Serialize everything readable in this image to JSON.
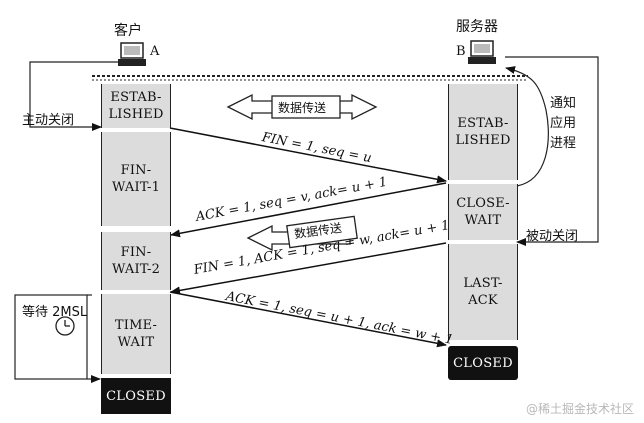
{
  "client": {
    "label": "客户",
    "host_id": "A"
  },
  "server": {
    "label": "服务器",
    "host_id": "B"
  },
  "left_states": {
    "established": "ESTAB-\nLISHED",
    "fin_wait_1": "FIN-\nWAIT-1",
    "fin_wait_2": "FIN-\nWAIT-2",
    "time_wait": "TIME-\nWAIT",
    "closed": "CLOSED"
  },
  "right_states": {
    "established": "ESTAB-\nLISHED",
    "close_wait": "CLOSE-\nWAIT",
    "last_ack": "LAST-\nACK",
    "closed": "CLOSED"
  },
  "side_labels": {
    "active_close": "主动关闭",
    "passive_close": "被动关闭",
    "notify_app": "通知应用进程",
    "wait_2msl": "等待 2MSL"
  },
  "data_transfer": {
    "top": "数据传送",
    "mid": "数据传送"
  },
  "messages": {
    "fin1": "FIN = 1, seq = u",
    "ack1": "ACK = 1, seq = v, ack= u + 1",
    "fin2": "FIN = 1, ACK = 1, seq = w, ack= u + 1",
    "ack2": "ACK = 1, seq = u + 1, ack = w + 1"
  },
  "watermark": "@稀土掘金技术社区"
}
